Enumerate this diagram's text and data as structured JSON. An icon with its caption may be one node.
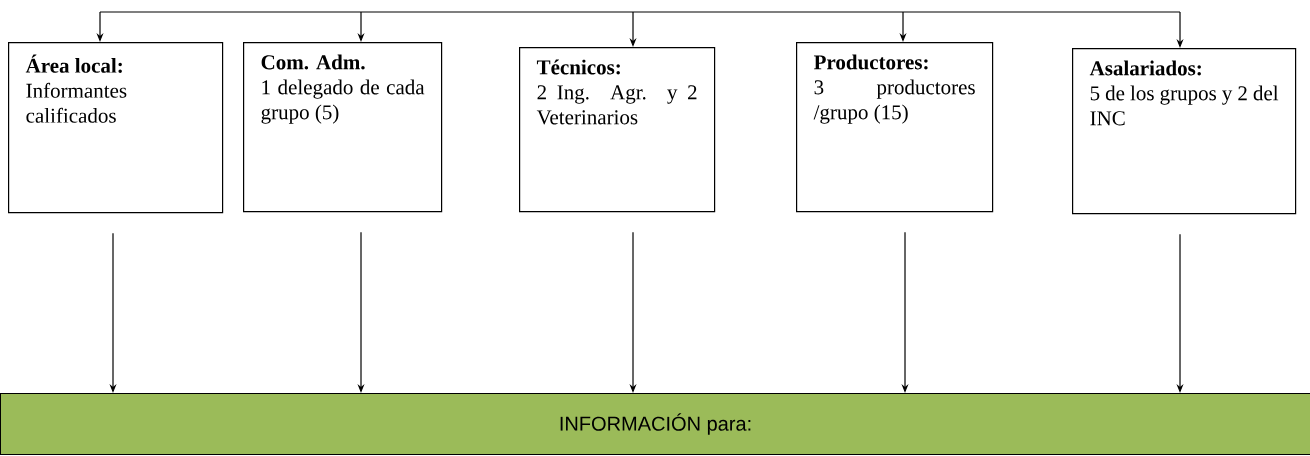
{
  "diagram": {
    "nodes": [
      {
        "text": [
          "Área local:",
          "Informantes calificados"
        ]
      },
      {
        "text": [
          "Com. Adm.",
          "1 delegado de cada grupo (5)"
        ]
      },
      {
        "text": [
          "Técnicos:",
          "2 Ing. Agr. y 2 Veterinarios"
        ]
      },
      {
        "text": [
          "Productores:",
          "3 productores /grupo (15)"
        ]
      },
      {
        "text": [
          "Asalariados:",
          "5 de los grupos y 2 del INC"
        ]
      },
      {
        "text": [
          "INFORMACIÓN   para:"
        ]
      }
    ],
    "edges": [
      {
        "from": null,
        "to": 0,
        "arrow": "to"
      },
      {
        "from": null,
        "to": 1,
        "arrow": "to"
      },
      {
        "from": null,
        "to": 2,
        "arrow": "to"
      },
      {
        "from": null,
        "to": 3,
        "arrow": "to"
      },
      {
        "from": null,
        "to": 4,
        "arrow": "to"
      },
      {
        "from": 0,
        "to": 5,
        "arrow": "to"
      },
      {
        "from": 1,
        "to": 5,
        "arrow": "to"
      },
      {
        "from": 2,
        "to": 5,
        "arrow": "to"
      },
      {
        "from": 3,
        "to": 5,
        "arrow": "to"
      },
      {
        "from": 4,
        "to": 5,
        "arrow": "to"
      }
    ]
  }
}
